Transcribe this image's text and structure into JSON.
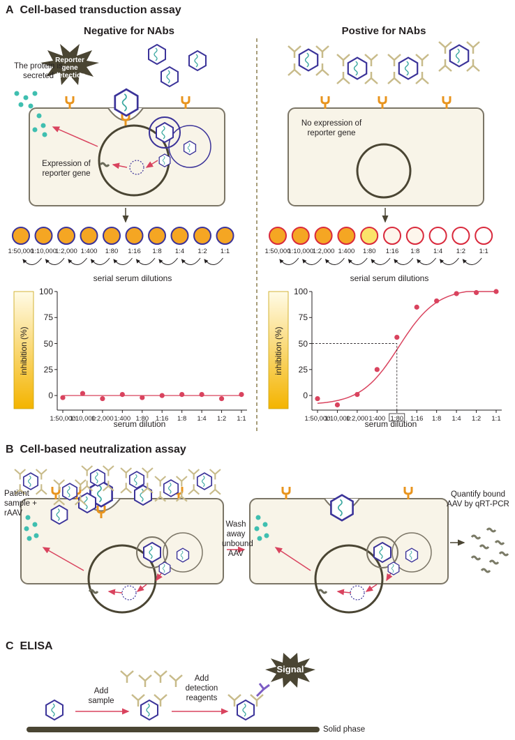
{
  "sectionA": {
    "letter": "A",
    "title": "Cell-based transduction assay",
    "negative_heading": "Negative for NAbs",
    "positive_heading": "Postive for NAbs",
    "reporter_burst": "Reporter gene detection",
    "protein_secreted": "The protein is secreted",
    "expression": "Expression of reporter gene",
    "no_expression": "No expression of reporter gene",
    "serial_label": "serial serum dilutions",
    "dilution_labels": [
      "1:50,000",
      "1:10,000",
      "1:2,000",
      "1:400",
      "1:80",
      "1:16",
      "1:8",
      "1:4",
      "1:2",
      "1:1"
    ],
    "colors": {
      "well_orange": "#f5a623",
      "well_pale": "#fdf6ec",
      "outline_blue": "#3b3399",
      "outline_red": "#d9293c",
      "curve": "#d9435e",
      "cell_fill": "#f8f4e8",
      "cell_border": "#7b7566"
    }
  },
  "chart_data": [
    {
      "type": "scatter",
      "title": "",
      "xlabel": "serum dilution",
      "ylabel": "inhibition (%)",
      "ylim": [
        -10,
        100
      ],
      "yticks": [
        0,
        25,
        50,
        75,
        100
      ],
      "xtick_labels": [
        "1:50,000",
        "1:10,000",
        "1:2,000",
        "1:400",
        "1:80",
        "1:16",
        "1:8",
        "1:4",
        "1:2",
        "1:1"
      ],
      "x": [
        "1:50,000",
        "1:10,000",
        "1:2,000",
        "1:400",
        "1:80",
        "1:16",
        "1:8",
        "1:4",
        "1:2",
        "1:1"
      ],
      "values": [
        -2,
        2,
        -3,
        1,
        -2,
        0,
        1,
        1,
        -3,
        1
      ],
      "fit_line": "flat at 0"
    },
    {
      "type": "scatter",
      "title": "",
      "xlabel": "serum dilution",
      "ylabel": "inhibition (%)",
      "ylim": [
        -10,
        100
      ],
      "yticks": [
        0,
        25,
        50,
        75,
        100
      ],
      "xtick_labels": [
        "1:50,000",
        "1:10,000",
        "1:2,000",
        "1:400",
        "1:80",
        "1:16",
        "1:8",
        "1:4",
        "1:2",
        "1:1"
      ],
      "x": [
        "1:50,000",
        "1:10,000",
        "1:2,000",
        "1:400",
        "1:80",
        "1:16",
        "1:8",
        "1:4",
        "1:2",
        "1:1"
      ],
      "values": [
        -3,
        -9,
        1,
        25,
        56,
        85,
        91,
        98,
        99,
        100
      ],
      "fit_line": "sigmoid",
      "annotation": "50% inhibition at 1:80"
    }
  ],
  "sectionB": {
    "letter": "B",
    "title": "Cell-based neutralization assay",
    "patient_sample": "Patient sample + rAAV",
    "wash": "Wash away unbound AAV",
    "quantify": "Quantify bound AAV by qRT-PCR"
  },
  "sectionC": {
    "letter": "C",
    "title": "ELISA",
    "add_sample": "Add sample",
    "add_reagents": "Add detection reagents",
    "signal": "Signal",
    "solid_phase": "Solid phase"
  }
}
